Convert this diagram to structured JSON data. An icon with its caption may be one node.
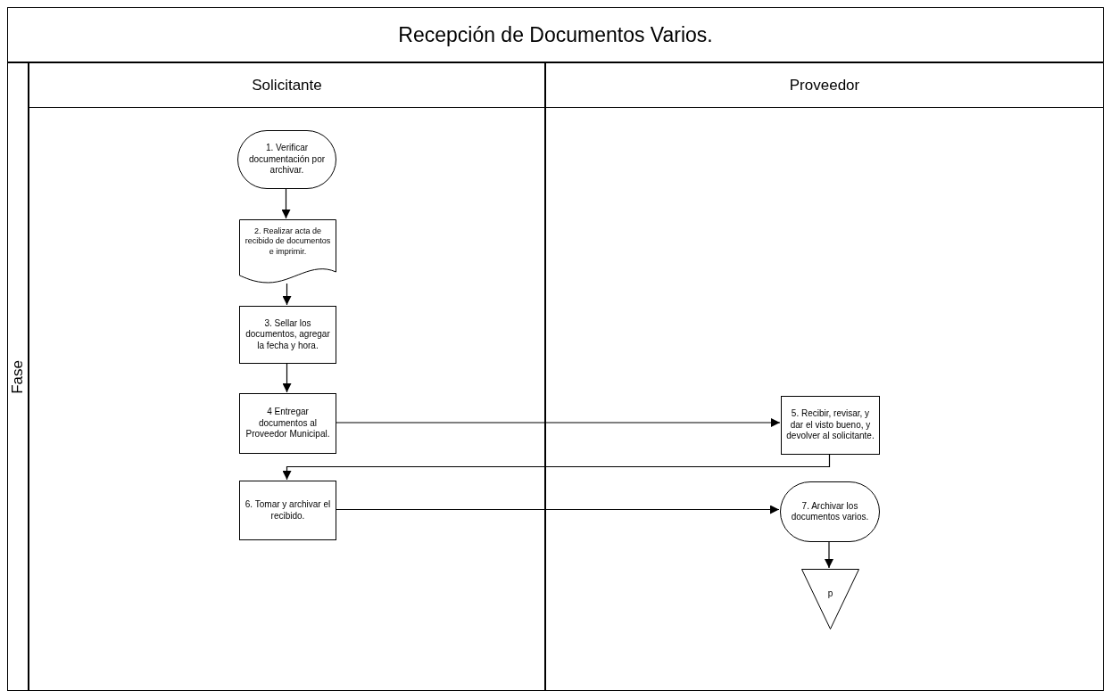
{
  "diagram": {
    "title": "Recepción de Documentos Varios.",
    "nodes": [
      {
        "text": [
          "Fase"
        ]
      },
      {
        "text": [
          "Solicitante"
        ]
      },
      {
        "text": [
          "Proveedor"
        ]
      },
      {
        "text": [
          "1. Verificar documentación por archivar."
        ],
        "in": 1
      },
      {
        "text": [
          "2. Realizar acta de recibido de documentos e imprimir."
        ],
        "in": 1
      },
      {
        "text": [
          "3. Sellar los documentos, agregar la fecha y hora."
        ],
        "in": 1
      },
      {
        "text": [
          "4 Entregar documentos al Proveedor Municipal."
        ],
        "in": 1
      },
      {
        "text": [
          "5. Recibir, revisar, y dar el visto bueno, y devolver al solicitante."
        ],
        "in": 2
      },
      {
        "text": [
          "6. Tomar y archivar el recibido."
        ],
        "in": 1
      },
      {
        "text": [
          "7. Archivar los documentos varios."
        ],
        "in": 2
      },
      {
        "text": [
          "p"
        ],
        "in": 2
      }
    ],
    "edges": [
      {
        "from": 3,
        "to": 4,
        "arrow": "to"
      },
      {
        "from": 4,
        "to": 5,
        "arrow": "to"
      },
      {
        "from": 5,
        "to": 6,
        "arrow": "to"
      },
      {
        "from": 6,
        "to": 7,
        "arrow": "to"
      },
      {
        "from": 7,
        "to": 8,
        "arrow": "to"
      },
      {
        "from": 8,
        "to": 9,
        "arrow": "to"
      },
      {
        "from": 9,
        "to": 10,
        "arrow": "to"
      }
    ]
  }
}
